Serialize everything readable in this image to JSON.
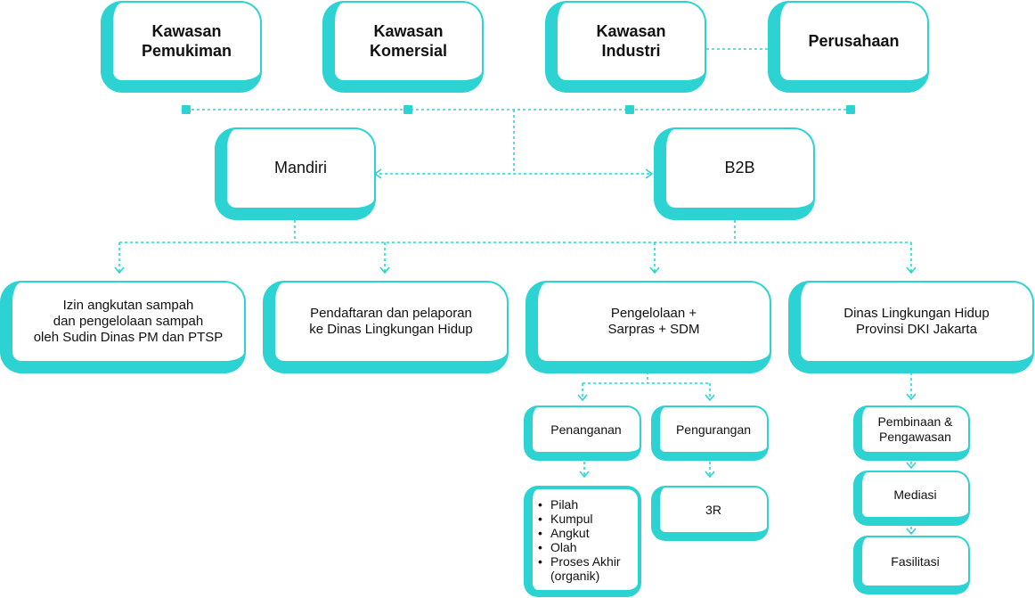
{
  "colors": {
    "accent": "#2dd3d3",
    "text": "#111111",
    "background": "#ffffff"
  },
  "top": {
    "kawasan_pemukiman": "Kawasan\nPemukiman",
    "kawasan_komersial": "Kawasan\nKomersial",
    "kawasan_industri": "Kawasan\nIndustri",
    "perusahaan": "Perusahaan"
  },
  "middle": {
    "mandiri": "Mandiri",
    "b2b": "B2B"
  },
  "third": {
    "izin": "Izin angkutan sampah\ndan pengelolaan sampah\noleh Sudin Dinas PM dan PTSP",
    "pendaftaran": "Pendaftaran dan pelaporan\nke Dinas Lingkungan Hidup",
    "pengelolaan": "Pengelolaan +\nSarpras + SDM",
    "dinas": "Dinas Lingkungan Hidup\nProvinsi DKI Jakarta"
  },
  "fourth": {
    "penanganan": "Penanganan",
    "pengurangan": "Pengurangan",
    "pembinaan": "Pembinaan &\nPengawasan",
    "mediasi": "Mediasi",
    "fasilitasi": "Fasilitasi",
    "tiga_r": "3R"
  },
  "penanganan_steps": [
    "Pilah",
    "Kumpul",
    "Angkut",
    "Olah",
    "Proses Akhir\n(organik)"
  ]
}
